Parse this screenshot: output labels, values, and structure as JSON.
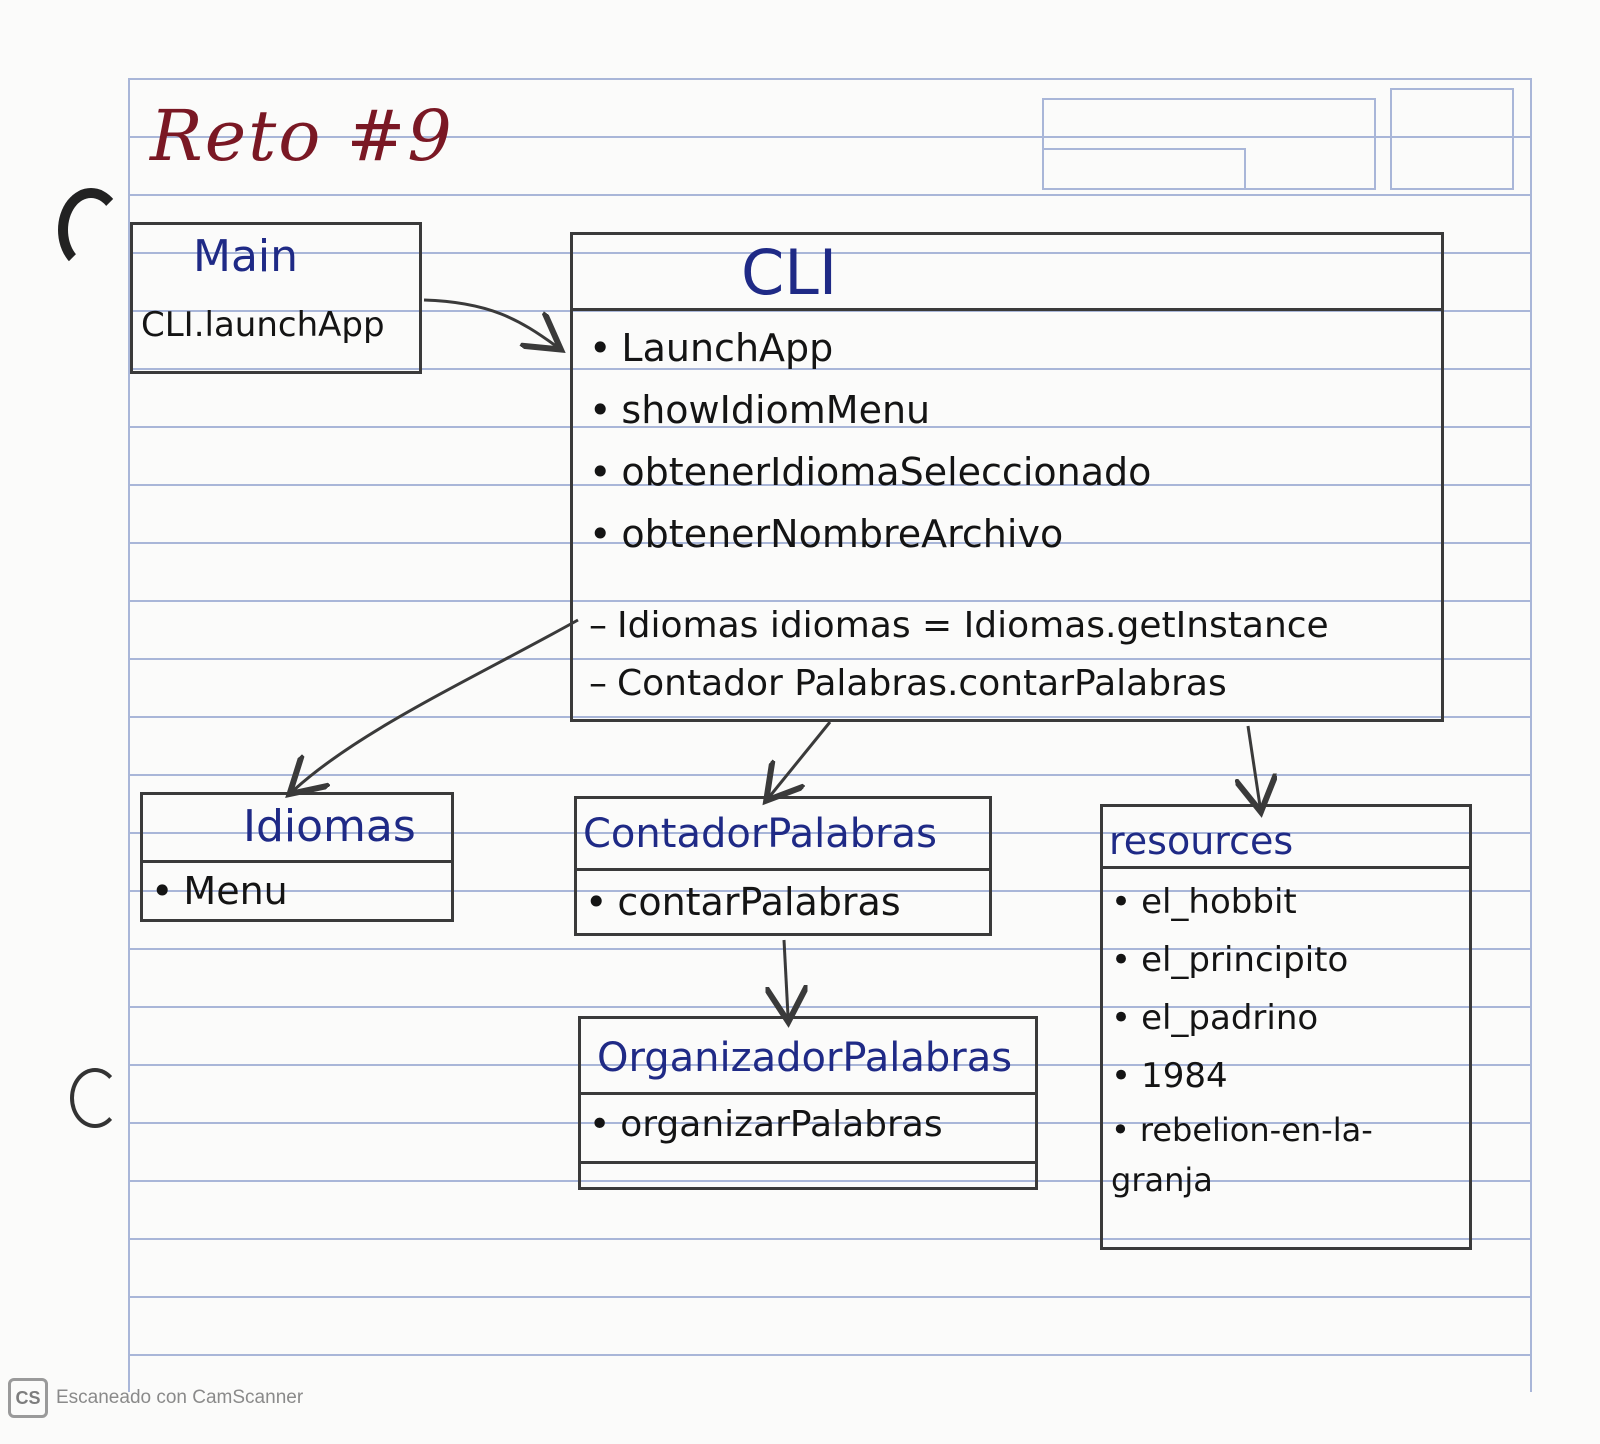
{
  "title": "Reto #9",
  "main": {
    "header": "Main",
    "items": [
      "CLI.launchApp"
    ]
  },
  "cli": {
    "header": "CLI",
    "methods": [
      "LaunchApp",
      "showIdiomMenu",
      "obtenerIdiomaSeleccionado",
      "obtenerNombreArchivo"
    ],
    "attributes": [
      "Idiomas idiomas = Idiomas.getInstance",
      "Contador Palabras.contarPalabras"
    ]
  },
  "idiomas": {
    "header": "Idiomas",
    "items": [
      "Menu"
    ]
  },
  "contador": {
    "header": "ContadorPalabras",
    "items": [
      "contarPalabras"
    ]
  },
  "organizador": {
    "header": "OrganizadorPalabras",
    "items": [
      "organizarPalabras"
    ]
  },
  "resources": {
    "header": "resources",
    "items": [
      "el_hobbit",
      "el_principito",
      "el_padrino",
      "1984",
      "rebelion-en-la-granja"
    ]
  },
  "watermark": {
    "logo": "CS",
    "text": "Escaneado con CamScanner"
  },
  "colors": {
    "title": "#7a1824",
    "header_ink": "#1f2a86",
    "ink": "#141414",
    "rule": "#a9b6d8"
  }
}
